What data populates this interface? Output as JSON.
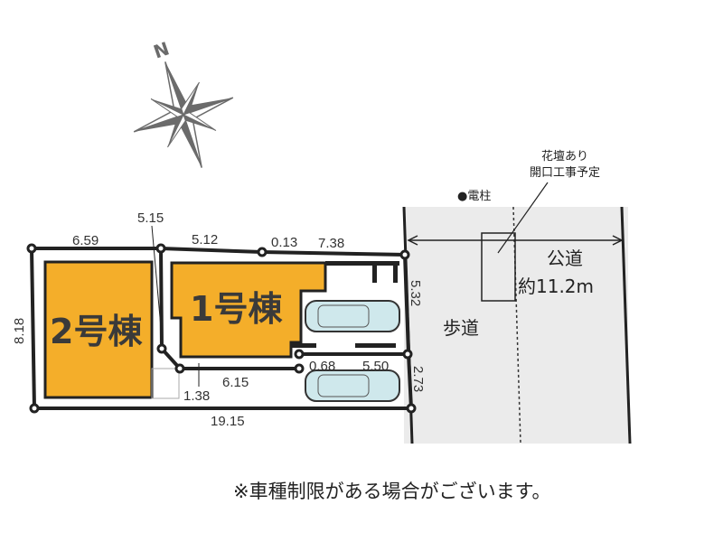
{
  "compass": {
    "north_label": "N"
  },
  "dimensions": {
    "top_left": "6.59",
    "diag": "5.15",
    "top_mid": "5.12",
    "top_small": "0.13",
    "top_right": "7.38",
    "left": "8.18",
    "right_upper": "5.32",
    "right_lower": "2.73",
    "inner_small": "0.68",
    "inner_right": "5.50",
    "inner_mid": "6.15",
    "inner_short": "1.38",
    "bottom": "19.15"
  },
  "buildings": {
    "b1": "1号棟",
    "b2": "2号棟"
  },
  "road": {
    "sidewalk": "歩道",
    "public_road": "公道",
    "width": "約11.2m",
    "pole": "●電柱",
    "flowerbed_line1": "花壇あり",
    "flowerbed_line2": "開口工事予定"
  },
  "colors": {
    "building": "#F4AE2A",
    "road": "#EBEBEB",
    "car": "#CFE8EC"
  },
  "note": "※車種制限がある場合がございます。"
}
